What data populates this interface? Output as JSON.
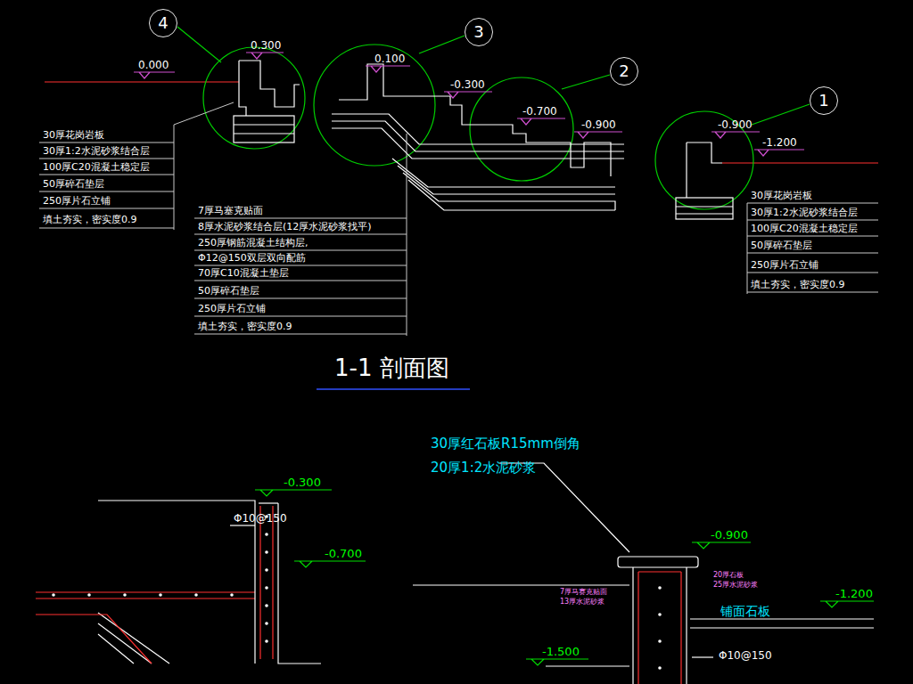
{
  "diagram": {
    "title": "1-1 剖面图",
    "nodes": [
      {
        "text": [
          "4"
        ]
      },
      {
        "text": [
          "3"
        ]
      },
      {
        "text": [
          "2"
        ]
      },
      {
        "text": [
          "1"
        ]
      }
    ],
    "labels": [
      "0.300",
      "0.000",
      "0.100",
      "-0.300",
      "-0.700",
      "-0.900",
      "-0.900",
      "-1.200",
      "30厚花岗岩板",
      "30厚1:2水泥砂浆结合层",
      "100厚C20混凝土稳定层",
      "50厚碎石垫层",
      "250厚片石立铺",
      "填土夯实，密实度0.9",
      "7厚马塞克贴面",
      "8厚水泥砂浆结合层(12厚水泥砂浆找平)",
      "250厚钢筋混凝土结构层,",
      "Φ12@150双层双向配筋",
      "70厚C10混凝土垫层",
      "50厚碎石垫层",
      "250厚片石立铺",
      "填土夯实，密实度0.9",
      "30厚花岗岩板",
      "30厚1:2水泥砂浆结合层",
      "100厚C20混凝土稳定层",
      "50厚碎石垫层",
      "250厚片石立铺",
      "填土夯实，密实度0.9",
      "-0.300",
      "Φ10@150",
      "-0.700",
      "30厚红石板R15mm倒角",
      "20厚1:2水泥砂浆",
      "-0.900",
      "铺面石板",
      "-1.200",
      "-1.500",
      "Φ10@150",
      "7厚马赛克贴面",
      "13厚水泥砂浆",
      "20厚石板",
      "25厚水泥砂浆"
    ]
  }
}
